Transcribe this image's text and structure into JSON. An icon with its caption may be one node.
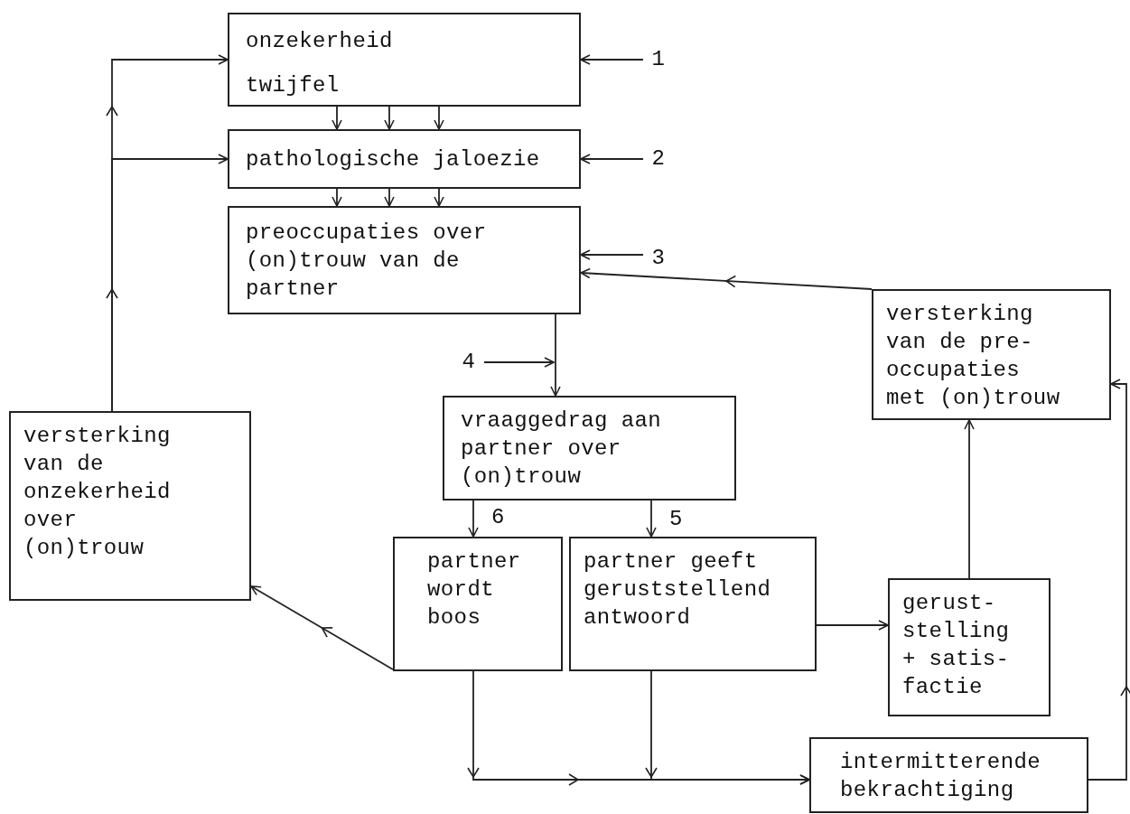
{
  "diagram": {
    "nodes": [
      {
        "text": [
          "onzekerheid",
          "twijfel"
        ]
      },
      {
        "text": [
          "pathologische jaloezie"
        ]
      },
      {
        "text": [
          "preoccupaties over (on)trouw van de partner"
        ]
      },
      {
        "text": [
          "vraaggedrag aan partner over (on)trouw"
        ]
      },
      {
        "text": [
          "versterking van de onzekerheid over (on)trouw"
        ]
      },
      {
        "text": [
          "versterking van de pre- occupaties met (on)trouw"
        ]
      },
      {
        "text": [
          "partner wordt boos"
        ]
      },
      {
        "text": [
          "partner geeft geruststellend antwoord"
        ]
      },
      {
        "text": [
          "gerust- stelling + satis- factie"
        ]
      },
      {
        "text": [
          "intermitterende bekrachtiging"
        ]
      },
      {
        "text": [
          "1"
        ]
      },
      {
        "text": [
          "2"
        ]
      },
      {
        "text": [
          "3"
        ]
      },
      {
        "text": [
          "4"
        ]
      }
    ],
    "edges": [
      {
        "from": 0,
        "to": 1,
        "arrow": "to"
      },
      {
        "from": 0,
        "to": 1,
        "arrow": "to"
      },
      {
        "from": 0,
        "to": 1,
        "arrow": "to"
      },
      {
        "from": 1,
        "to": 2,
        "arrow": "to"
      },
      {
        "from": 1,
        "to": 2,
        "arrow": "to"
      },
      {
        "from": 1,
        "to": 2,
        "arrow": "to"
      },
      {
        "from": 2,
        "to": 3,
        "arrow": "to"
      },
      {
        "from": 10,
        "to": 0,
        "arrow": "to"
      },
      {
        "from": 11,
        "to": 1,
        "arrow": "to"
      },
      {
        "from": 12,
        "to": 2,
        "arrow": "to"
      },
      {
        "from": 13,
        "to": null,
        "arrow": "to"
      },
      {
        "from": 3,
        "to": 6,
        "label": "6",
        "arrow": "to"
      },
      {
        "from": 3,
        "to": 7,
        "label": "5",
        "arrow": "to"
      },
      {
        "from": 6,
        "to": 4,
        "arrow": "to"
      },
      {
        "from": 4,
        "to": 0,
        "arrow": "to"
      },
      {
        "from": 4,
        "to": 1,
        "arrow": "to"
      },
      {
        "from": 7,
        "to": 8,
        "arrow": "to"
      },
      {
        "from": 8,
        "to": 5,
        "arrow": "to"
      },
      {
        "from": 5,
        "to": 2,
        "arrow": "to"
      },
      {
        "from": 6,
        "to": 9,
        "arrow": "to"
      },
      {
        "from": 7,
        "to": 9,
        "arrow": "to"
      },
      {
        "from": 9,
        "to": 5,
        "arrow": "to"
      }
    ]
  }
}
